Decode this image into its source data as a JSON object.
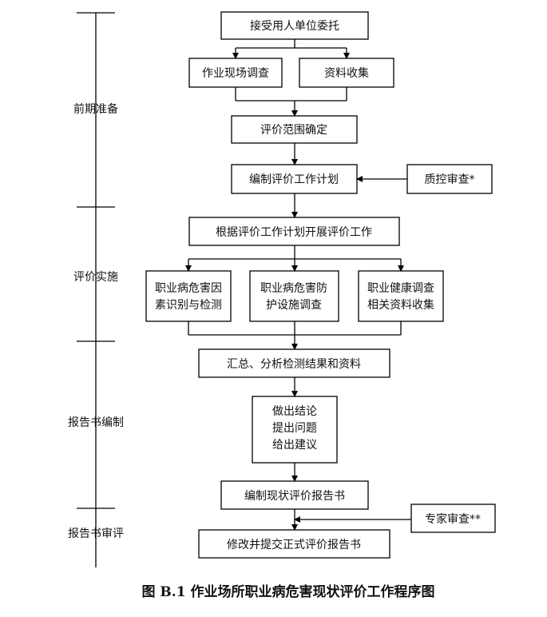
{
  "phases": {
    "prep": "前期准备",
    "implement": "评价实施",
    "compile": "报告书编制",
    "review": "报告书审评"
  },
  "boxes": {
    "entrust": "接受用人单位委托",
    "site_survey": "作业现场调查",
    "data_collect": "资料收集",
    "scope": "评价范围确定",
    "plan": "编制评价工作计划",
    "qc_review": "质控审查*",
    "execute": "根据评价工作计划开展评价工作",
    "hazard_line1": "职业病危害因",
    "hazard_line2": "素识别与检测",
    "protect_line1": "职业病危害防",
    "protect_line2": "护设施调查",
    "health_line1": "职业健康调查",
    "health_line2": "相关资料收集",
    "summary": "汇总、分析检测结果和资料",
    "concl_line1": "做出结论",
    "concl_line2": "提出问题",
    "concl_line3": "给出建议",
    "draft_report": "编制现状评价报告书",
    "expert_review": "专家审查**",
    "final_report": "修改并提交正式评价报告书"
  },
  "caption": "图 B.1 作业场所职业病危害现状评价工作程序图"
}
